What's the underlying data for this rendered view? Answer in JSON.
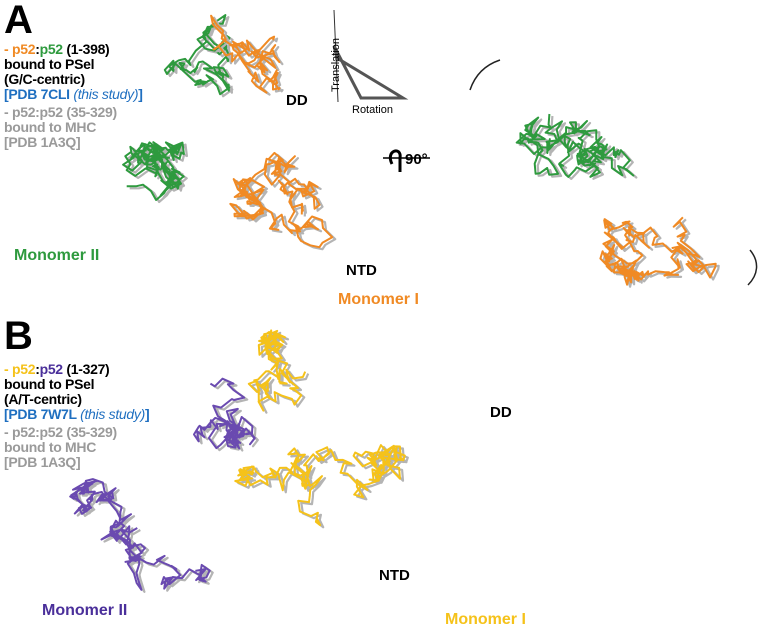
{
  "panel_a": {
    "letter": "A",
    "legend": {
      "dash": "- ",
      "chain1": "p52",
      "colon": ":",
      "chain2": "p52",
      "range": " (1-398)",
      "line2": "bound to PSel",
      "line3": "(G/C-centric)",
      "pdb_open": "[PDB 7CLI ",
      "pdb_note": "(this study)",
      "pdb_close": "]",
      "ref_line1": "- p52:p52 (35-329)",
      "ref_line2": "bound to MHC",
      "ref_line3": "[PDB 1A3Q]"
    },
    "labels": {
      "dd": "DD",
      "ntd": "NTD",
      "monomer_2": "Monomer II",
      "monomer_1": "Monomer I"
    },
    "inset": {
      "y_axis": "Translation",
      "x_axis": "Rotation"
    },
    "rotation": "90°",
    "colors": {
      "monomer_1": "#f08a24",
      "monomer_2": "#2e9a3e",
      "reference": "#b4b4b4"
    }
  },
  "panel_b": {
    "letter": "B",
    "legend": {
      "dash": "- ",
      "chain1": "p52",
      "colon": ":",
      "chain2": "p52",
      "range": " (1-327)",
      "line2": "bound to PSel",
      "line3": "(A/T-centric)",
      "pdb_open": "[PDB 7W7L ",
      "pdb_note": "(this study)",
      "pdb_close": "]",
      "ref_line1": "- p52:p52 (35-329)",
      "ref_line2": "bound to MHC",
      "ref_line3": "[PDB 1A3Q]"
    },
    "labels": {
      "dd": "DD",
      "ntd": "NTD",
      "monomer_2": "Monomer II",
      "monomer_1": "Monomer I"
    },
    "colors": {
      "monomer_1": "#f5c21a",
      "monomer_2": "#6a4ab0",
      "reference": "#b4b4b4"
    }
  }
}
